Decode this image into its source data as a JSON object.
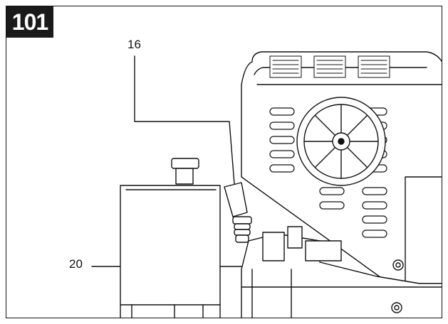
{
  "step": {
    "number": "101"
  },
  "callouts": [
    {
      "label": "16"
    },
    {
      "label": "20"
    }
  ],
  "colors": {
    "ink": "#111111",
    "badge_bg": "#1a1a1a",
    "badge_text": "#ffffff"
  }
}
